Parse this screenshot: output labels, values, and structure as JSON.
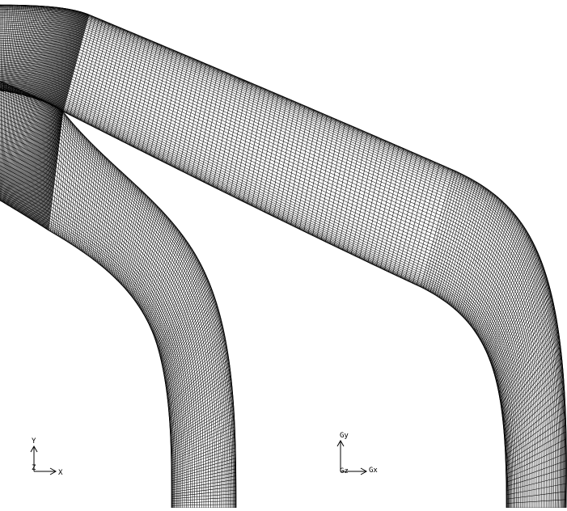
{
  "viewport": {
    "background": "#ffffff",
    "mesh_color": "#000000"
  },
  "triad_left": {
    "y_label": "Y",
    "x_label": "X",
    "z_label": "Z"
  },
  "triad_right": {
    "y_label": "Gy",
    "x_label": "Gx",
    "z_label": "Gz"
  },
  "icons": {
    "triad": "xyz-axis-triad-icon"
  }
}
